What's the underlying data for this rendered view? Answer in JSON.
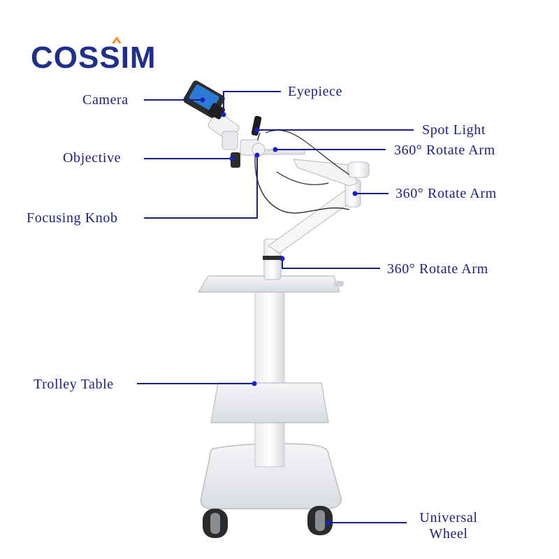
{
  "brand": {
    "name": "COSSIM",
    "colors": {
      "primary": "#1f2f8c",
      "accent": "#f28c28",
      "label": "#1a1f86",
      "leader": "#1a1f86",
      "dot": "#1622c8"
    }
  },
  "labels": {
    "camera": "Camera",
    "eyepiece": "Eyepiece",
    "spot_light": "Spot Light",
    "rotate_arm_1": "360° Rotate Arm",
    "objective": "Objective",
    "rotate_arm_2": "360° Rotate Arm",
    "focusing_knob": "Focusing Knob",
    "rotate_arm_3": "360° Rotate Arm",
    "trolley_table": "Trolley Table",
    "universal_wheel_line1": "Universal",
    "universal_wheel_line2": "Wheel"
  }
}
